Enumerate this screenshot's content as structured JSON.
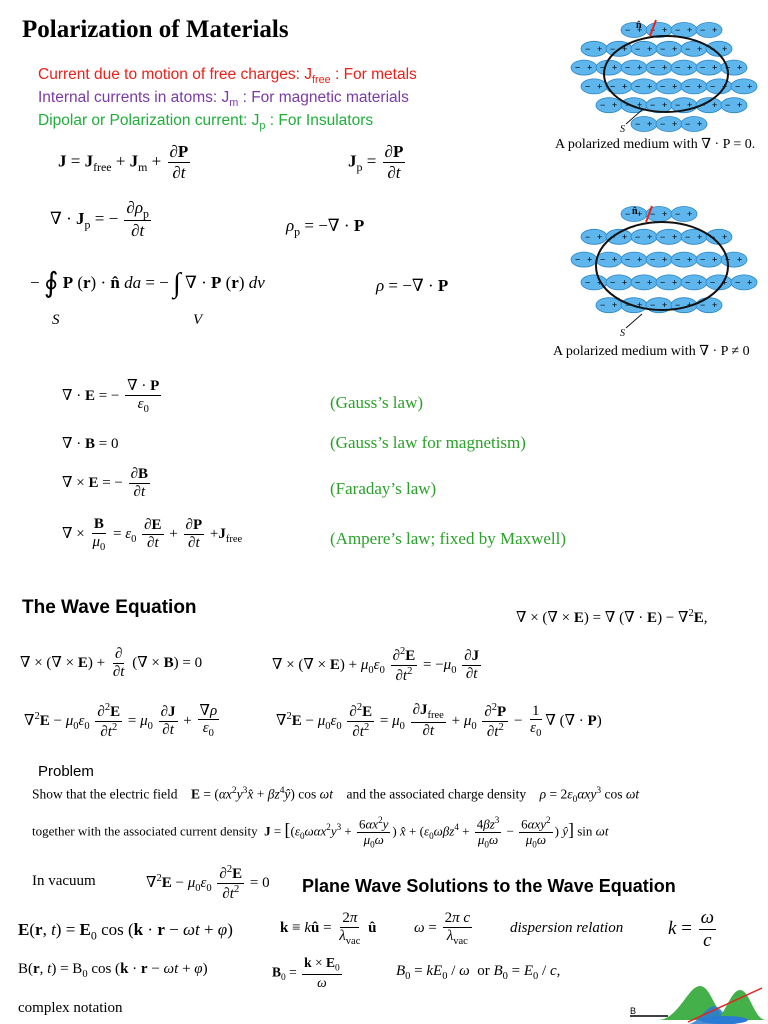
{
  "title": "Polarization of Materials",
  "currents": [
    {
      "text": "Current due to motion of free charges: J",
      "sub": "free",
      "suffix": " : For metals",
      "color": "#e8221a"
    },
    {
      "text": "Internal currents in atoms: J",
      "sub": "m",
      "suffix": " : For magnetic materials",
      "color": "#7a3aa8"
    },
    {
      "text": "Dipolar or Polarization current: J",
      "sub": "p",
      "suffix": " : For Insulators",
      "color": "#1fae3a"
    }
  ],
  "figures": {
    "caption1": "A polarized medium with ∇ · P = 0.",
    "caption2": "A polarized medium with ∇ · P ≠ 0",
    "label_n": "n̂",
    "label_s": "S"
  },
  "laws": {
    "gauss": "(Gauss’s law)",
    "gauss_mag": "(Gauss’s law for magnetism)",
    "faraday": "(Faraday’s law)",
    "ampere": "(Ampere’s law; fixed by Maxwell)"
  },
  "wave_heading": "The Wave Equation",
  "problem_heading": "Problem",
  "problem_text1": "Show that the electric field",
  "problem_text2": "and the associated charge density",
  "problem_text3": "together with the associated current density",
  "vacuum_label": "In vacuum",
  "plane_heading": "Plane Wave Solutions to the Wave Equation",
  "dispersion": "dispersion relation",
  "complex_notation": "complex notation",
  "b_label": "B"
}
